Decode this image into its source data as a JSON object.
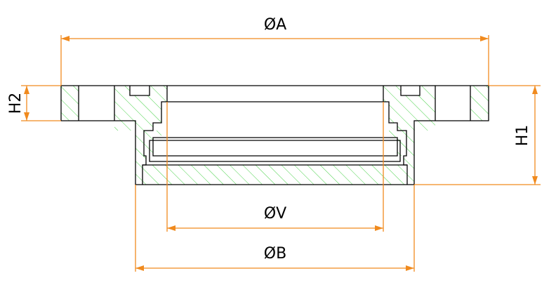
{
  "dimensions": {
    "outer_diameter": "ØA",
    "bore_diameter": "ØV",
    "hub_diameter": "ØB",
    "total_height": "H1",
    "flange_height": "H2"
  },
  "colors": {
    "dimension_line": "#F08A1E",
    "hatch": "#33CC33",
    "outline": "#000000",
    "background": "#FFFFFF"
  }
}
